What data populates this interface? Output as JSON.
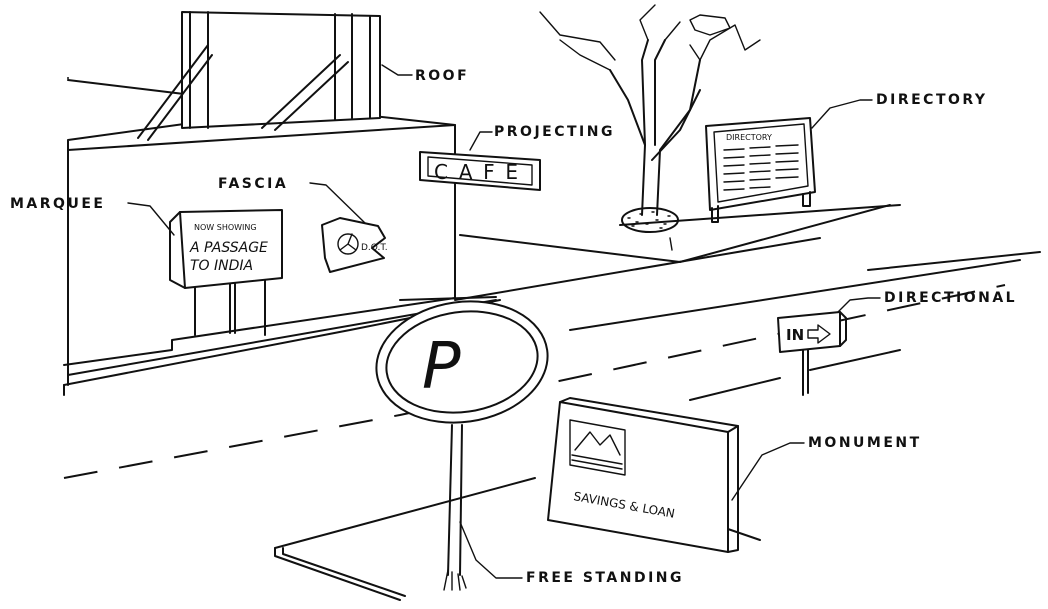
{
  "labels": {
    "roof": "ROOF",
    "projecting": "PROJECTING",
    "directory": "DIRECTORY",
    "fascia": "FASCIA",
    "marquee": "MARQUEE",
    "directional": "DIRECTIONAL",
    "monument": "MONUMENT",
    "free_standing": "FREE STANDING"
  },
  "sign_text": {
    "marquee_line1": "NOW SHOWING",
    "marquee_line2": "A PASSAGE",
    "marquee_line3": "TO INDIA",
    "fascia_text": "D.O.T.",
    "projecting_text": "CAFE",
    "directory_header": "DIRECTORY",
    "directional_text": "IN",
    "monument_text": "SAVINGS & LOAN",
    "free_standing_letter": "P"
  }
}
